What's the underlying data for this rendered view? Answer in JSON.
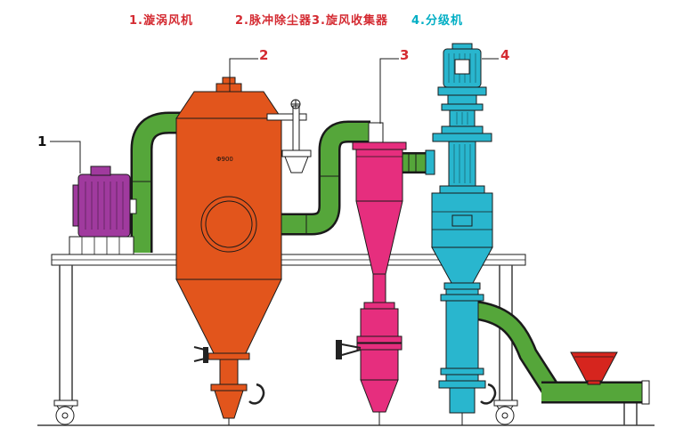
{
  "legend": {
    "items": [
      {
        "number": "1",
        "label": "1.漩涡风机",
        "name": "漩涡风机",
        "color": "red"
      },
      {
        "number": "2",
        "label": "2.脉冲除尘器",
        "name": "脉冲除尘器",
        "color": "red"
      },
      {
        "number": "3",
        "label": "3.旋风收集器",
        "name": "旋风收集器",
        "color": "red"
      },
      {
        "number": "4",
        "label": "4.分级机",
        "name": "分级机",
        "color": "cyan"
      }
    ]
  },
  "callouts": [
    {
      "number": "1",
      "refers_to": "漩涡风机"
    },
    {
      "number": "2",
      "refers_to": "脉冲除尘器"
    },
    {
      "number": "3",
      "refers_to": "旋风收集器"
    },
    {
      "number": "4",
      "refers_to": "分级机"
    }
  ],
  "dust_collector": {
    "marking": "Φ900"
  },
  "colors": {
    "blower": "#A03A9E",
    "dust_collector": "#E2551C",
    "cyclone": "#E62E7E",
    "classifier": "#29B6CE",
    "pipe": "#55A63A",
    "hopper": "#D6251E",
    "legend_red": "#D42B32",
    "legend_cyan": "#00AEC4",
    "text_black": "#111111",
    "background": "#FFFFFF"
  }
}
